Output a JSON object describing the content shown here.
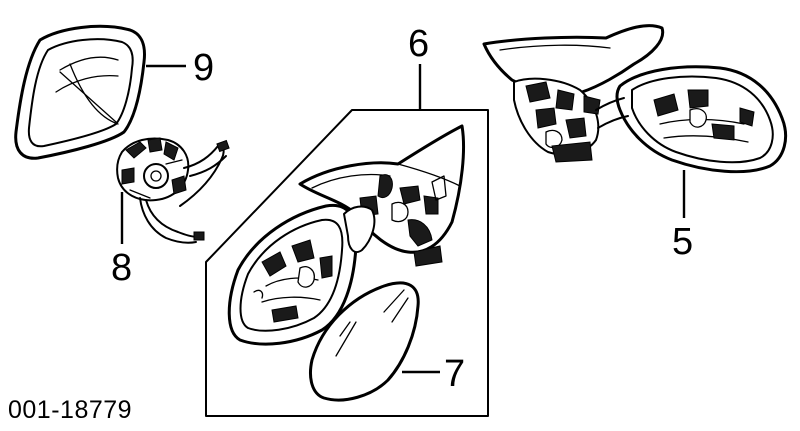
{
  "diagram": {
    "part_number": "001-18779",
    "callouts": {
      "c9": "9",
      "c8": "8",
      "c6": "6",
      "c7": "7",
      "c5": "5"
    },
    "colors": {
      "ink": "#000000",
      "background": "#ffffff"
    }
  }
}
